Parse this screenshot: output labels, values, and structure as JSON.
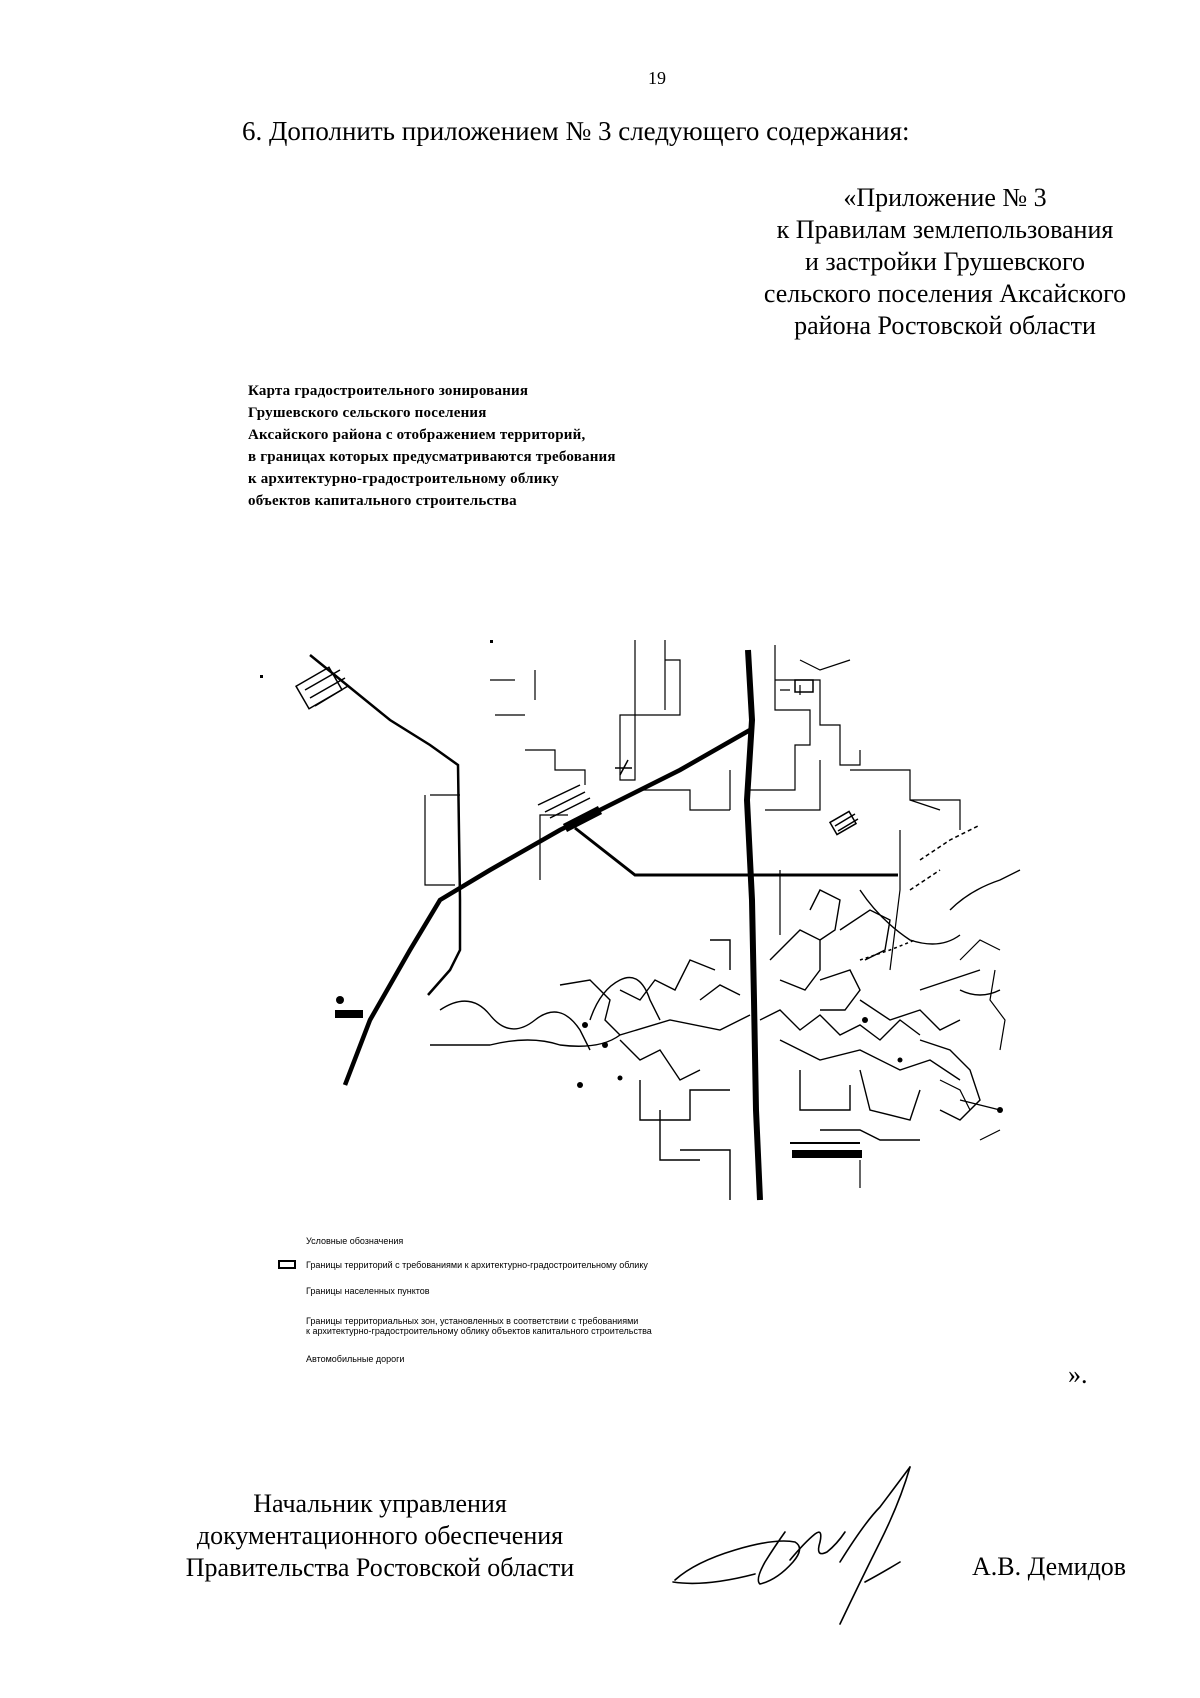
{
  "page_number": "19",
  "instruction": "6. Дополнить приложением № 3 следующего содержания:",
  "appendix": {
    "lines": [
      "«Приложение № 3",
      "к Правилам землепользования",
      "и застройки Грушевского",
      "сельского поселения Аксайского",
      "района Ростовской области"
    ]
  },
  "map": {
    "caption_lines": [
      "Карта градостроительного зонирования",
      "Грушевского сельского поселения",
      "Аксайского района с отображением территорий,",
      "в границах которых предусматриваются требования",
      "к архитектурно-градостроительному облику",
      "объектов капитального строительства"
    ],
    "legend": [
      {
        "lines": [
          "Условные обозначения"
        ],
        "swatch": "none"
      },
      {
        "lines": [
          "Границы территорий с требованиями к архитектурно-градостроительному облику"
        ],
        "swatch": "box"
      },
      {
        "lines": [
          "Границы населенных пунктов"
        ],
        "swatch": "none"
      },
      {
        "lines": [
          "Границы территориальных зон, установленных в соответствии с требованиями",
          "к архитектурно-градостроительному облику объектов капитального строительства"
        ],
        "swatch": "none"
      },
      {
        "lines": [
          "Автомобильные дороги"
        ],
        "swatch": "none"
      }
    ]
  },
  "closing_quote": "».",
  "signer": {
    "position_lines": [
      "Начальник управления",
      "документационного обеспечения",
      "Правительства Ростовской области"
    ],
    "name": "А.В. Демидов"
  }
}
